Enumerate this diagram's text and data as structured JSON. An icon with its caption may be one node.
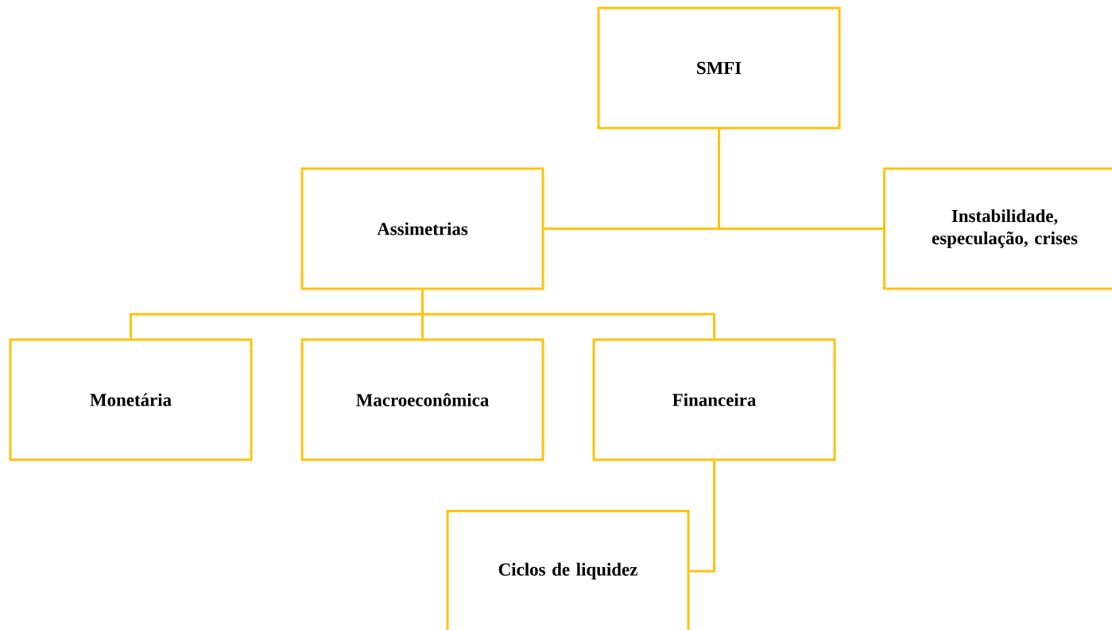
{
  "diagram": {
    "nodes": [
      {
        "text": [
          "SMFI"
        ]
      },
      {
        "text": [
          "Assimetrias"
        ]
      },
      {
        "text": [
          "Instabilidade, especulação, crises"
        ]
      },
      {
        "text": [
          "Monetária"
        ]
      },
      {
        "text": [
          "Macroeconômica"
        ]
      },
      {
        "text": [
          "Financeira"
        ]
      },
      {
        "text": [
          "Ciclos de liquidez"
        ]
      }
    ],
    "edges": [
      {
        "from": 0,
        "to": 1,
        "arrow": "none"
      },
      {
        "from": 0,
        "to": 2,
        "arrow": "none"
      },
      {
        "from": 1,
        "to": 3,
        "arrow": "none"
      },
      {
        "from": 1,
        "to": 4,
        "arrow": "none"
      },
      {
        "from": 1,
        "to": 5,
        "arrow": "none"
      },
      {
        "from": 5,
        "to": 6,
        "arrow": "none"
      }
    ]
  }
}
